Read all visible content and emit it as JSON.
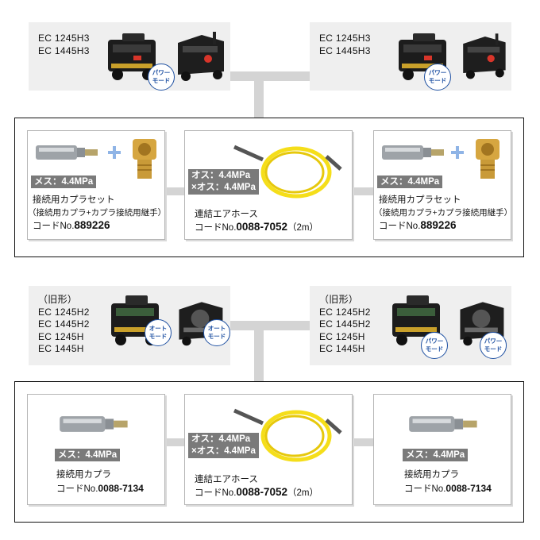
{
  "colors": {
    "accent_blue": "#1e50a2",
    "card_bg": "#efefef",
    "tag_bg": "#7a7a7a",
    "hose_yellow": "#f5de1a",
    "brass": "#d6a640"
  },
  "top": {
    "left_compressor": {
      "models": [
        "EC 1245H3",
        "EC 1445H3"
      ],
      "badge": [
        "パワー",
        "モード"
      ]
    },
    "right_compressor": {
      "models": [
        "EC 1245H3",
        "EC 1445H3"
      ],
      "badge": [
        "パワー",
        "モード"
      ]
    },
    "left_part": {
      "tag": "メス：4.4MPa",
      "name": "接続用カプラセット",
      "sub": "（接続用カプラ+カプラ接続用継手）",
      "code_prefix": "コードNo.",
      "code_number": "889226",
      "icons": [
        "coupler-icon",
        "plus-icon",
        "elbow-fitting-icon"
      ]
    },
    "hose": {
      "tag_line1": "オス：4.4MPa",
      "tag_line2": "×オス：4.4MPa",
      "name": "連結エアホース",
      "code_prefix": "コードNo.",
      "code_number": "0088-7052",
      "code_suffix": "（2m）",
      "icon": "yellow-hose-icon"
    },
    "right_part": {
      "tag": "メス：4.4MPa",
      "name": "接続用カプラセット",
      "sub": "（接続用カプラ+カプラ接続用継手）",
      "code_prefix": "コードNo.",
      "code_number": "889226",
      "icons": [
        "coupler-icon",
        "plus-icon",
        "elbow-fitting-icon"
      ]
    }
  },
  "bottom": {
    "left_compressor": {
      "models": [
        "（旧形）",
        "EC 1245H2",
        "EC 1445H2",
        "EC 1245H",
        "EC 1445H"
      ],
      "badge1": [
        "オート",
        "モード"
      ],
      "badge2": [
        "オート",
        "モード"
      ]
    },
    "right_compressor": {
      "models": [
        "（旧形）",
        "EC 1245H2",
        "EC 1445H2",
        "EC 1245H",
        "EC 1445H"
      ],
      "badge1": [
        "パワー",
        "モード"
      ],
      "badge2": [
        "パワー",
        "モード"
      ]
    },
    "left_part": {
      "tag": "メス：4.4MPa",
      "name": "接続用カプラ",
      "code_prefix": "コードNo.",
      "code_number": "0088-7134",
      "icon": "coupler-icon"
    },
    "hose": {
      "tag_line1": "オス：4.4MPa",
      "tag_line2": "×オス：4.4MPa",
      "name": "連結エアホース",
      "code_prefix": "コードNo.",
      "code_number": "0088-7052",
      "code_suffix": "（2m）",
      "icon": "yellow-hose-icon"
    },
    "right_part": {
      "tag": "メス：4.4MPa",
      "name": "接続用カプラ",
      "code_prefix": "コードNo.",
      "code_number": "0088-7134",
      "icon": "coupler-icon"
    }
  }
}
